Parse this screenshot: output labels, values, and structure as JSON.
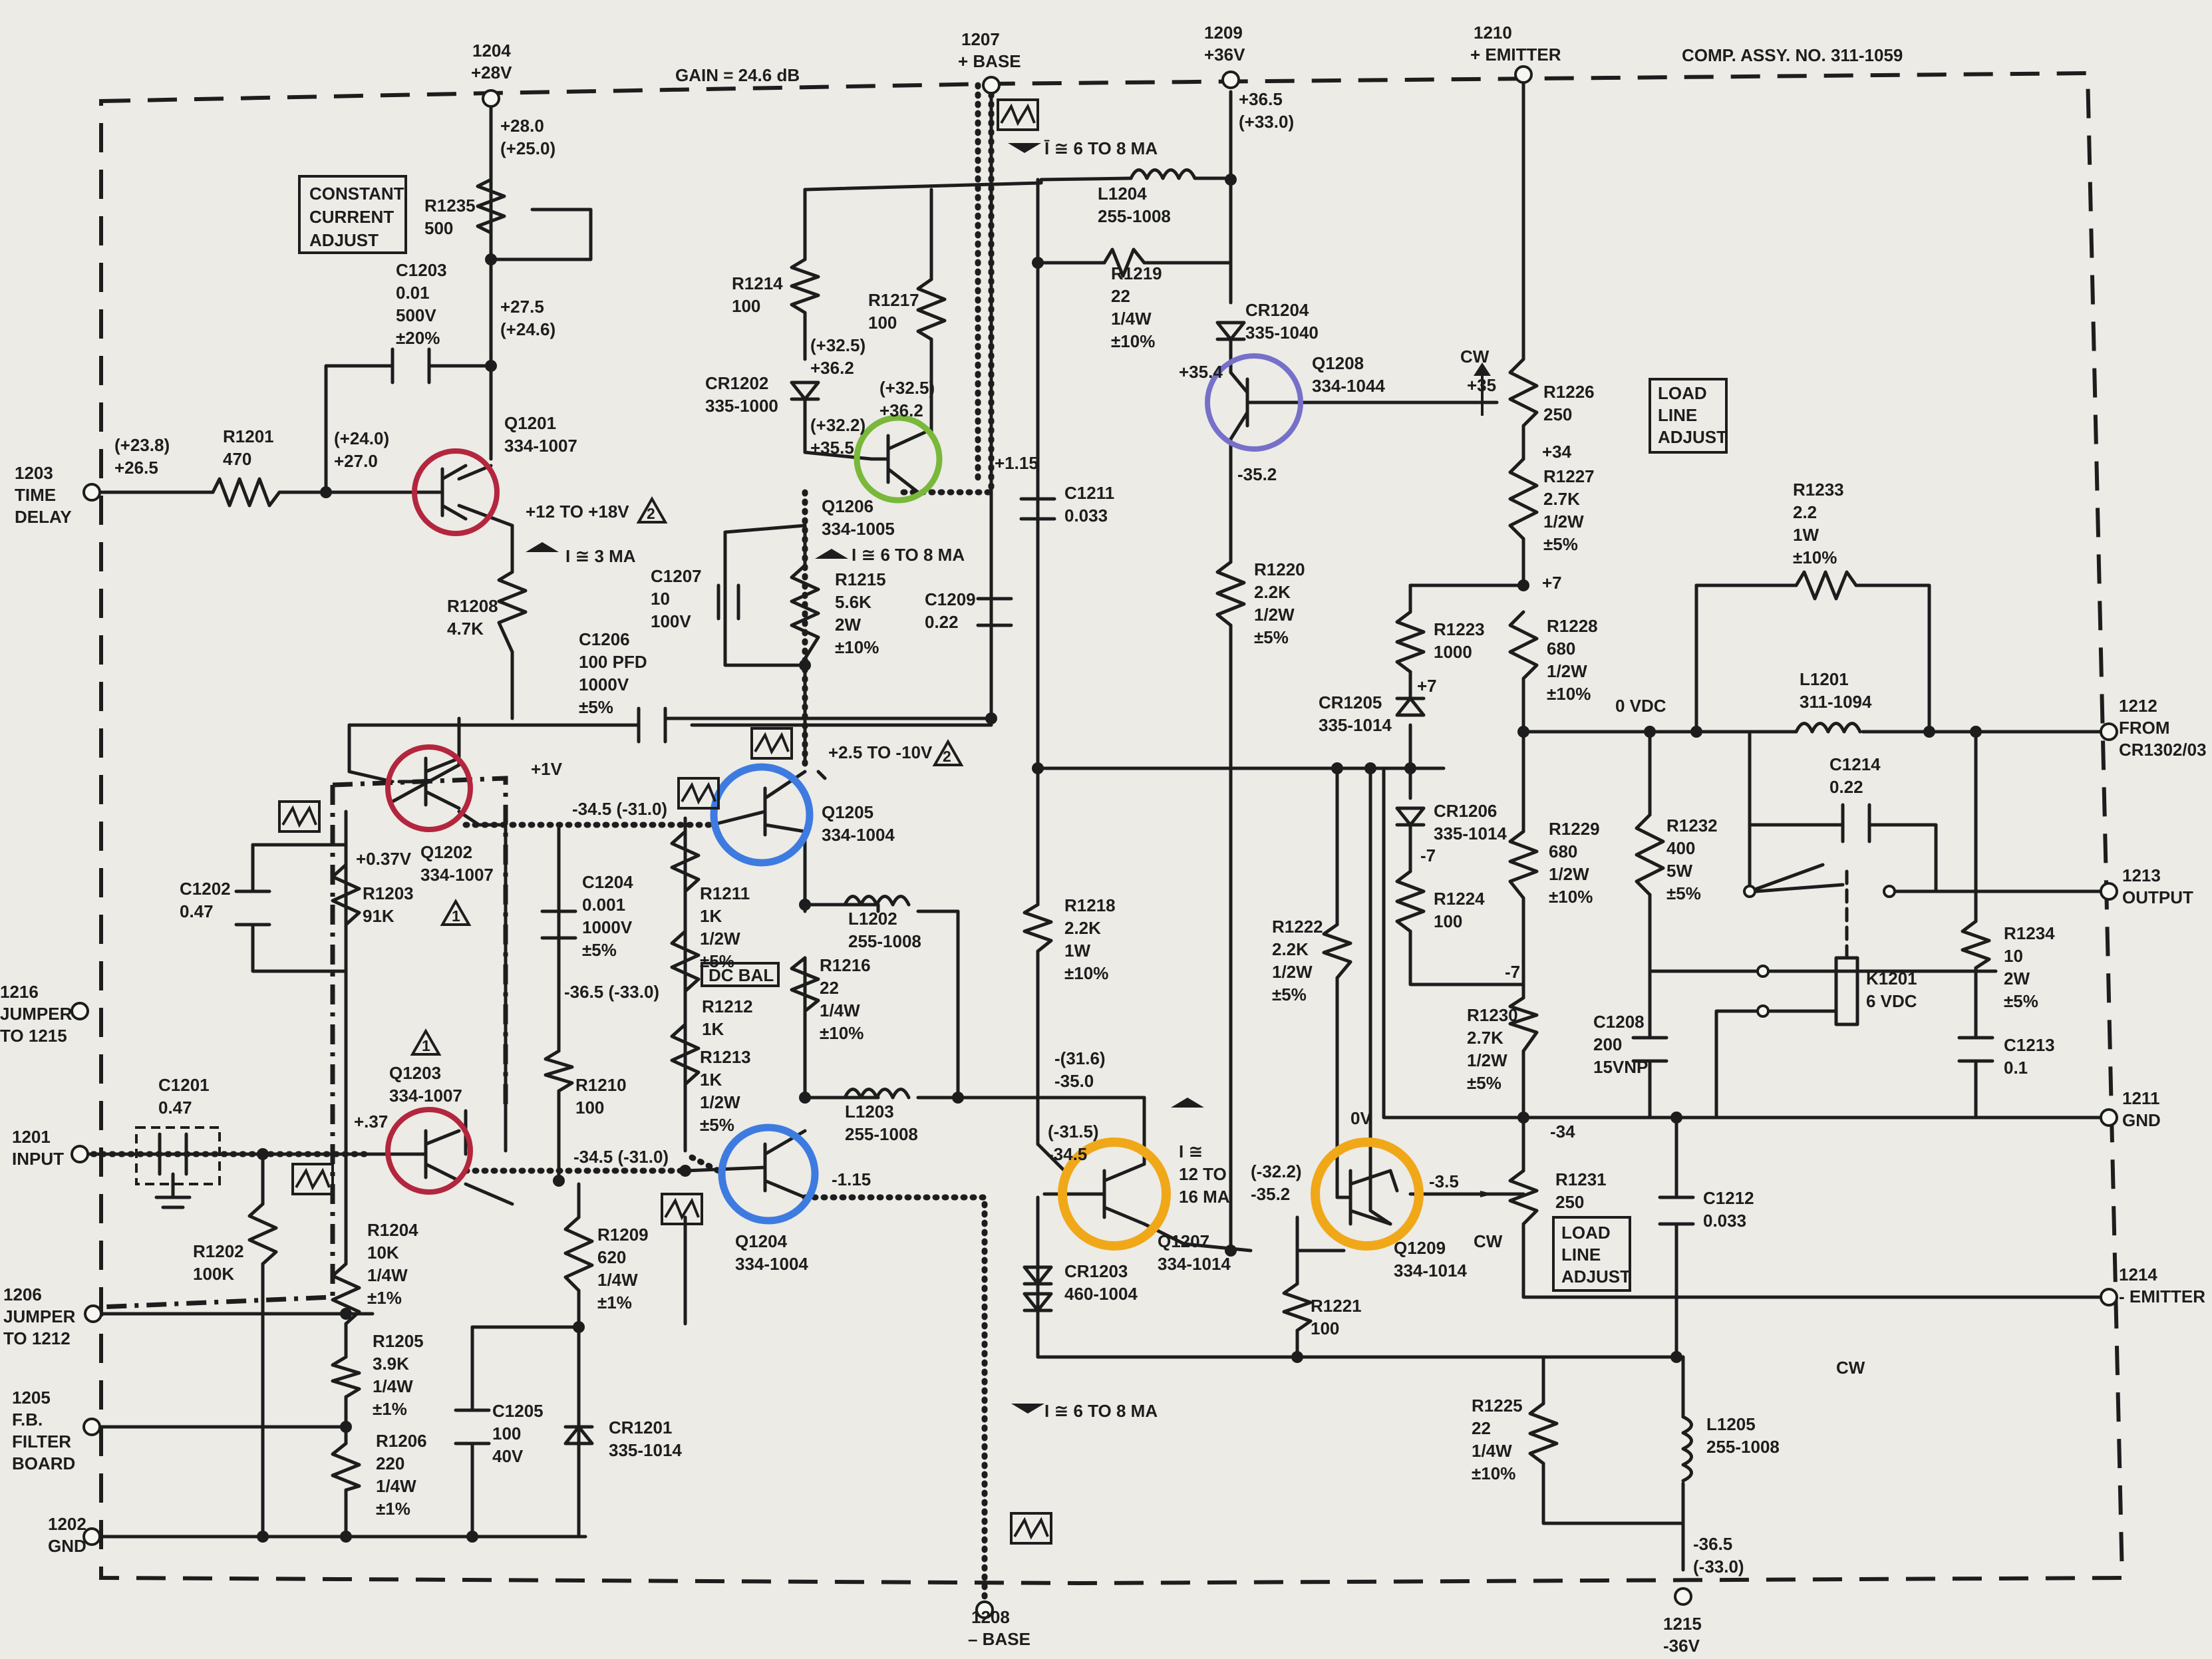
{
  "colors": {
    "paper": "#ecebe6",
    "ink": "#1d1d1d",
    "circle_red": "#b3263d",
    "circle_green": "#79b83a",
    "circle_blue": "#3d7be0",
    "circle_purple": "#7670c9",
    "circle_orange": "#f0a818"
  },
  "header": {
    "gain": "GAIN = 24.6 dB",
    "assembly": "COMP. ASSY. NO. 311-1059"
  },
  "terminals": {
    "t1204": [
      "1204",
      "+28V"
    ],
    "t1207": [
      "1207",
      "+ BASE"
    ],
    "t1209": [
      "1209",
      "+36V"
    ],
    "t1210": [
      "1210",
      "+ EMITTER"
    ],
    "t1203": [
      "1203",
      "TIME",
      "DELAY"
    ],
    "t1216": [
      "1216",
      "JUMPER",
      "TO 1215"
    ],
    "t1201": [
      "1201",
      "INPUT"
    ],
    "t1206": [
      "1206",
      "JUMPER",
      "TO 1212"
    ],
    "t1205": [
      "1205",
      "F.B.",
      "FILTER",
      "BOARD"
    ],
    "t1202": [
      "1202",
      "GND"
    ],
    "t1208": [
      "1208",
      "– BASE"
    ],
    "t1215": [
      "1215",
      "-36V"
    ],
    "t1212": [
      "1212",
      "FROM",
      "CR1302/03"
    ],
    "t1213": [
      "1213",
      "OUTPUT"
    ],
    "t1211": [
      "1211",
      "GND"
    ],
    "t1214": [
      "1214",
      "- EMITTER"
    ]
  },
  "boxes": {
    "cca": [
      "CONSTANT",
      "CURRENT",
      "ADJUST"
    ],
    "lla1": [
      "LOAD",
      "LINE",
      "ADJUST"
    ],
    "lla2": [
      "LOAD",
      "LINE",
      "ADJUST"
    ],
    "dcbal": "DC BAL"
  },
  "components": {
    "R1235": [
      "R1235",
      "500"
    ],
    "C1203": [
      "C1203",
      "0.01",
      "500V",
      "±20%"
    ],
    "R1201": [
      "R1201",
      "470"
    ],
    "Q1201": [
      "Q1201",
      "334-1007"
    ],
    "R1208": [
      "R1208",
      "4.7K"
    ],
    "C1206": [
      "C1206",
      "100 PFD",
      "1000V",
      "±5%"
    ],
    "Q1202": [
      "Q1202",
      "334-1007"
    ],
    "C1202": [
      "C1202",
      "0.47"
    ],
    "R1203": [
      "R1203",
      "91K"
    ],
    "C1204": [
      "C1204",
      "0.001",
      "1000V",
      "±5%"
    ],
    "Q1203": [
      "Q1203",
      "334-1007"
    ],
    "C1201": [
      "C1201",
      "0.47"
    ],
    "R1202": [
      "R1202",
      "100K"
    ],
    "R1204": [
      "R1204",
      "10K",
      "1/4W",
      "±1%"
    ],
    "R1205": [
      "R1205",
      "3.9K",
      "1/4W",
      "±1%"
    ],
    "R1206": [
      "R1206",
      "220",
      "1/4W",
      "±1%"
    ],
    "R1209": [
      "R1209",
      "620",
      "1/4W",
      "±1%"
    ],
    "R1210": [
      "R1210",
      "100"
    ],
    "C1205": [
      "C1205",
      "100",
      "40V"
    ],
    "CR1201": [
      "CR1201",
      "335-1014"
    ],
    "R1214": [
      "R1214",
      "100"
    ],
    "CR1202": [
      "CR1202",
      "335-1000"
    ],
    "R1217": [
      "R1217",
      "100"
    ],
    "Q1206": [
      "Q1206",
      "334-1005"
    ],
    "C1207": [
      "C1207",
      "10",
      "100V"
    ],
    "R1215": [
      "R1215",
      "5.6K",
      "2W",
      "±10%"
    ],
    "C1209": [
      "C1209",
      "0.22"
    ],
    "Q1205": [
      "Q1205",
      "334-1004"
    ],
    "R1211": [
      "R1211",
      "1K",
      "1/2W",
      "±5%"
    ],
    "R1212": [
      "R1212",
      "1K"
    ],
    "R1213": [
      "R1213",
      "1K",
      "1/2W",
      "±5%"
    ],
    "L1202": [
      "L1202",
      "255-1008"
    ],
    "R1216": [
      "R1216",
      "22",
      "1/4W",
      "±10%"
    ],
    "L1203": [
      "L1203",
      "255-1008"
    ],
    "Q1204": [
      "Q1204",
      "334-1004"
    ],
    "L1204": [
      "L1204",
      "255-1008"
    ],
    "R1219": [
      "R1219",
      "22",
      "1/4W",
      "±10%"
    ],
    "C1211": [
      "C1211",
      "0.033"
    ],
    "R1218": [
      "R1218",
      "2.2K",
      "1W",
      "±10%"
    ],
    "CR1203": [
      "CR1203",
      "460-1004"
    ],
    "Q1207": [
      "Q1207",
      "334-1014"
    ],
    "CR1204": [
      "CR1204",
      "335-1040"
    ],
    "Q1208": [
      "Q1208",
      "334-1044"
    ],
    "R1220": [
      "R1220",
      "2.2K",
      "1/2W",
      "±5%"
    ],
    "R1222": [
      "R1222",
      "2.2K",
      "1/2W",
      "±5%"
    ],
    "R1221": [
      "R1221",
      "100"
    ],
    "Q1209": [
      "Q1209",
      "334-1014"
    ],
    "R1226": [
      "R1226",
      "250"
    ],
    "R1227": [
      "R1227",
      "2.7K",
      "1/2W",
      "±5%"
    ],
    "R1223": [
      "R1223",
      "1000"
    ],
    "CR1205": [
      "CR1205",
      "335-1014"
    ],
    "R1228": [
      "R1228",
      "680",
      "1/2W",
      "±10%"
    ],
    "CR1206": [
      "CR1206",
      "335-1014"
    ],
    "R1224": [
      "R1224",
      "100"
    ],
    "R1229": [
      "R1229",
      "680",
      "1/2W",
      "±10%"
    ],
    "R1230": [
      "R1230",
      "2.7K",
      "1/2W",
      "±5%"
    ],
    "R1231": [
      "R1231",
      "250"
    ],
    "C1208": [
      "C1208",
      "200",
      "15VNP"
    ],
    "C1212": [
      "C1212",
      "0.033"
    ],
    "R1225": [
      "R1225",
      "22",
      "1/4W",
      "±10%"
    ],
    "L1205": [
      "L1205",
      "255-1008"
    ],
    "R1233": [
      "R1233",
      "2.2",
      "1W",
      "±10%"
    ],
    "L1201": [
      "L1201",
      "311-1094"
    ],
    "C1214": [
      "C1214",
      "0.22"
    ],
    "R1232": [
      "R1232",
      "400",
      "5W",
      "±5%"
    ],
    "K1201": [
      "K1201",
      "6 VDC"
    ],
    "R1234": [
      "R1234",
      "10",
      "2W",
      "±5%"
    ],
    "C1213": [
      "C1213",
      "0.1"
    ]
  },
  "voltages": {
    "v1": [
      "+28.0",
      "(+25.0)"
    ],
    "v2": [
      "+27.5",
      "(+24.6)"
    ],
    "v3": [
      "(+23.8)",
      "+26.5"
    ],
    "v4": [
      "(+24.0)",
      "+27.0"
    ],
    "v5": "+12 TO +18V",
    "v6": "I ≅ 3 MA",
    "v7": "+1V",
    "v8": "+0.37V",
    "v9": "-34.5 (-31.0)",
    "v10": "-36.5 (-33.0)",
    "v11": "+.37",
    "v12": "-34.5 (-31.0)",
    "v13": [
      "(+32.5)",
      "+36.2"
    ],
    "v14": [
      "(+32.5)",
      "+36.2"
    ],
    "v15": [
      "(+32.2)",
      "+35.5"
    ],
    "v16": "I ≅ 6 TO 8 MA",
    "v17": "+1.15",
    "v18": "+2.5 TO -10V",
    "v19": "-1.15",
    "v20": "Ī ≅ 6 TO 8 MA",
    "v21": [
      "+36.5",
      "(+33.0)"
    ],
    "v22": "+35.4",
    "v23": "-35.2",
    "v24": "+35",
    "v25": "CW",
    "v26": "+34",
    "v27": "+7",
    "v28": "+7",
    "v29": "-7",
    "v30": "-7",
    "v31": "0 VDC",
    "v32": [
      "-(31.6)",
      "-35.0"
    ],
    "v33": [
      "(-31.5)",
      "-34.5"
    ],
    "v34": [
      "I ≅",
      "12 TO",
      "16 MA"
    ],
    "v35": [
      "(-32.2)",
      "-35.2"
    ],
    "v36": "0V",
    "v37": "-3.5",
    "v38": "CW",
    "v39": "-34",
    "v40": "I ≅ 6 TO 8 MA",
    "v41": [
      "-36.5",
      "(-33.0)"
    ],
    "v42": "CW"
  },
  "flags": {
    "f2a": "2",
    "f2b": "2",
    "f1a": "1",
    "f1b": "1"
  }
}
